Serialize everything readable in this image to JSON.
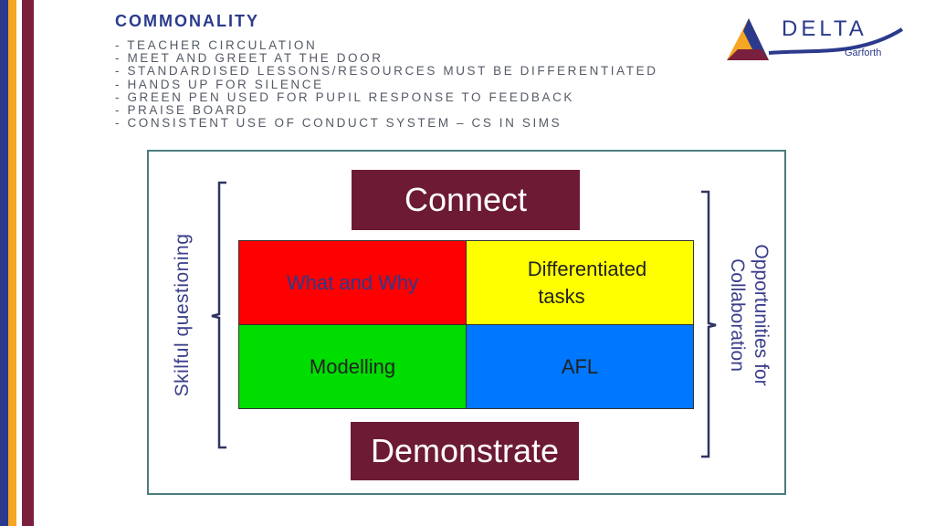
{
  "slide": {
    "title": "COMMONALITY",
    "bullets": [
      "- TEACHER CIRCULATION",
      "- MEET AND GREET AT THE DOOR",
      "- STANDARDISED LESSONS/RESOURCES MUST BE DIFFERENTIATED",
      "- HANDS UP FOR SILENCE",
      "- GREEN PEN USED FOR PUPIL RESPONSE TO FEEDBACK",
      "- PRAISE BOARD",
      "- CONSISTENT USE OF CONDUCT SYSTEM – CS IN SIMS"
    ]
  },
  "logo": {
    "word": "DELTA",
    "sub": "Garforth"
  },
  "diagram": {
    "top_label": "Connect",
    "bottom_label": "Demonstrate",
    "quadrants": {
      "top_left": "What and Why",
      "top_right_line1": "Differentiated",
      "top_right_line2": "tasks",
      "bottom_left": "Modelling",
      "bottom_right": "AFL"
    },
    "left_label": "Skilful questioning",
    "right_label_line1": "Opportunities for",
    "right_label_line2": "Collaboration"
  },
  "colors": {
    "stripe_blue": "#2b3a8c",
    "stripe_orange": "#f5a623",
    "stripe_maroon": "#7a1f3d",
    "maroon": "#6d1a34",
    "red": "#ff0000",
    "yellow": "#ffff00",
    "green": "#00dd00",
    "blue": "#0077ff"
  }
}
